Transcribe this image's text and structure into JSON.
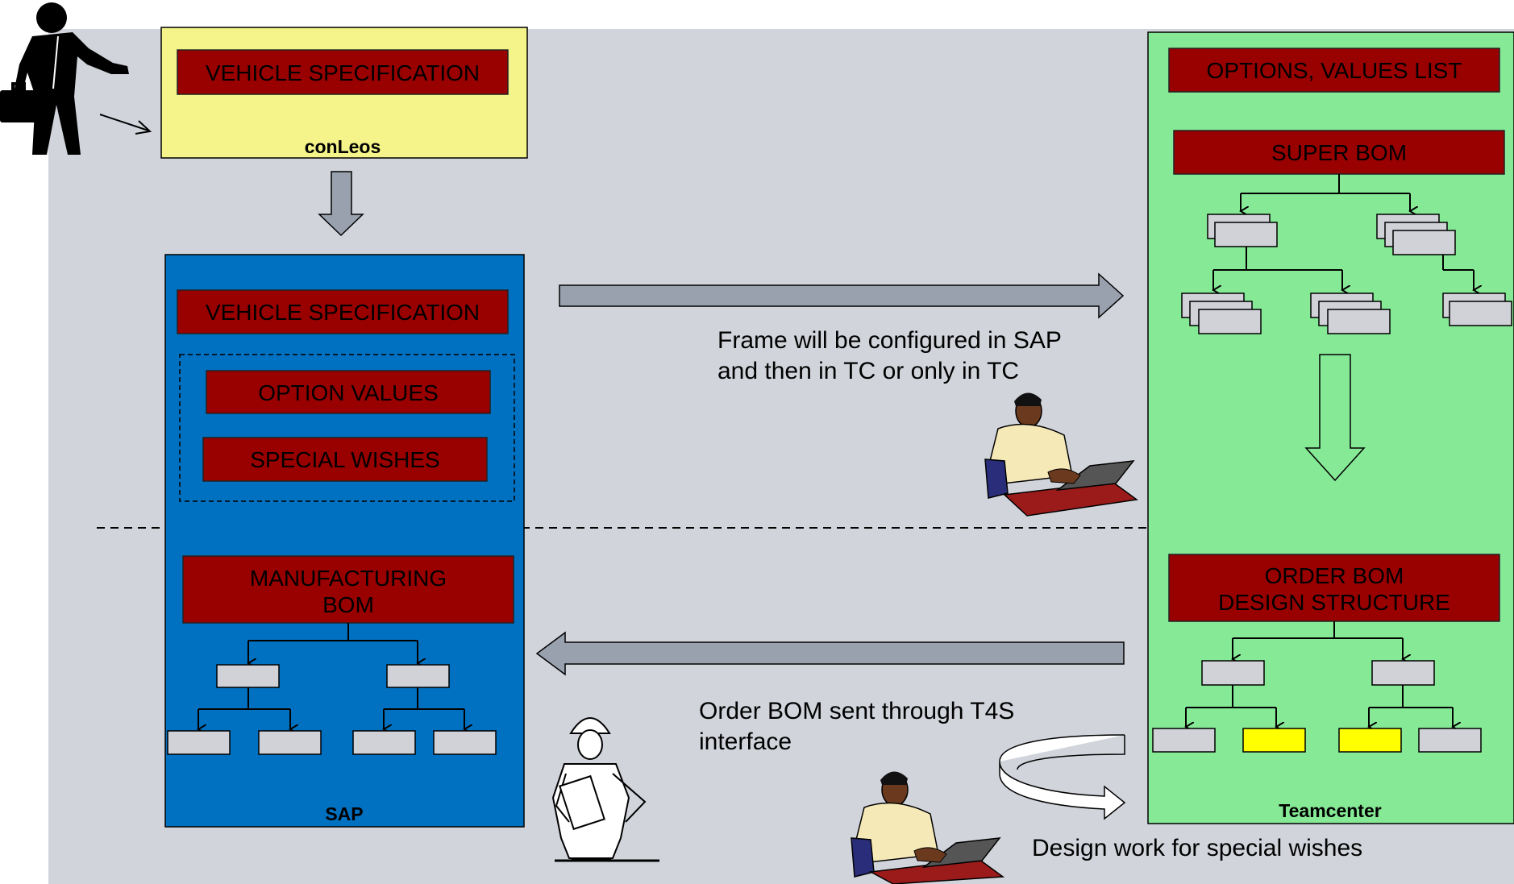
{
  "colors": {
    "slide_background": "#d1d4db",
    "conleos_fill": "#f4f48a",
    "sap_fill": "#0070c0",
    "teamcenter_fill": "#86e996",
    "label_box": "#990000",
    "node_grey": "#d0d2d8",
    "node_yellow": "#ffff00",
    "arrow_grey": "#9aa1ae"
  },
  "conleos": {
    "spec_label": "VEHICLE SPECIFICATION",
    "name": "conLeos"
  },
  "sap": {
    "spec_label": "VEHICLE SPECIFICATION",
    "option_values_label": "OPTION VALUES",
    "special_wishes_label": "SPECIAL WISHES",
    "mbom_line1": "MANUFACTURING",
    "mbom_line2": "BOM",
    "name": "SAP"
  },
  "teamcenter": {
    "options_label": "OPTIONS, VALUES LIST",
    "super_bom_label": "SUPER BOM",
    "order_bom_line1": "ORDER BOM",
    "order_bom_line2": "DESIGN STRUCTURE",
    "name": "Teamcenter"
  },
  "captions": {
    "frame_line1": "Frame will be configured in SAP",
    "frame_line2": "and then in TC or only in TC",
    "order_line1": "Order BOM sent through T4S",
    "order_line2": "interface",
    "design_work": "Design work for special wishes"
  },
  "icons": [
    "businessman-icon",
    "engineer-at-laptop-icon",
    "worker-with-clipboard-icon",
    "circular-arrow-icon"
  ]
}
